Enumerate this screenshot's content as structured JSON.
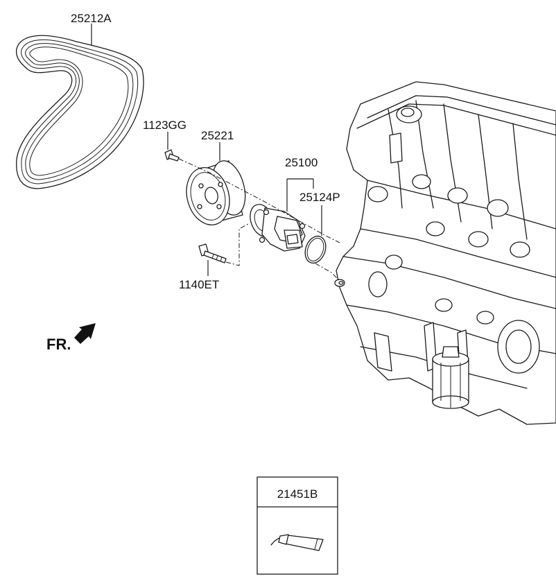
{
  "diagram": {
    "labels": {
      "belt": "25212A",
      "bolt_small": "1123GG",
      "pulley": "25221",
      "water_pump": "25100",
      "gasket": "25124P",
      "bolt_long": "1140ET",
      "sealant": "21451B"
    },
    "front_indicator": "FR."
  }
}
